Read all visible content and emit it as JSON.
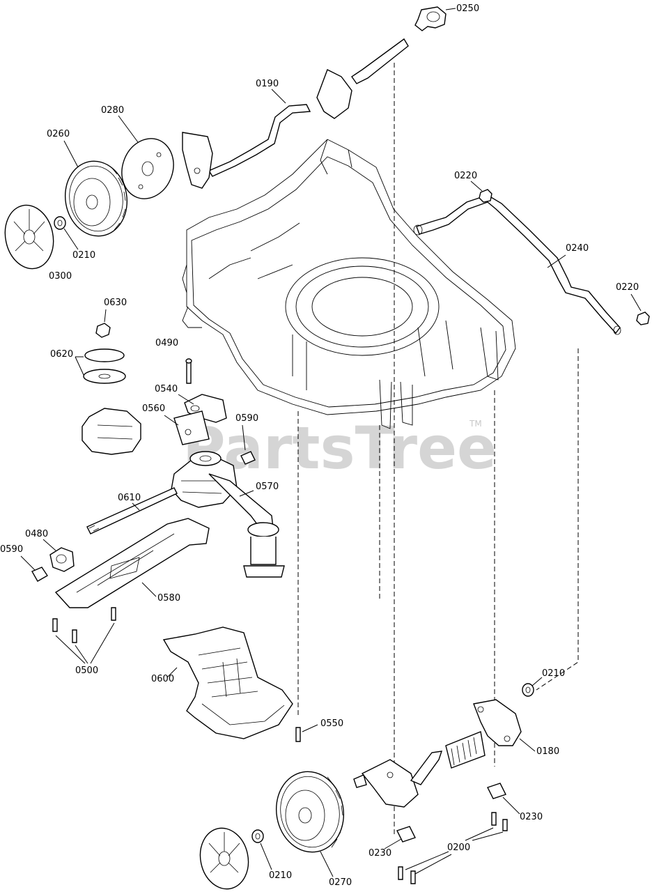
{
  "watermark": {
    "text": "PartsTree",
    "tm": "TM"
  },
  "callouts": {
    "c0250": "0250",
    "c0190": "0190",
    "c0280": "0280",
    "c0260": "0260",
    "c0210a": "0210",
    "c0300": "0300",
    "c0220a": "0220",
    "c0240": "0240",
    "c0220b": "0220",
    "c0630": "0630",
    "c0620": "0620",
    "c0490": "0490",
    "c0540": "0540",
    "c0560": "0560",
    "c0590a": "0590",
    "c0570": "0570",
    "c0610": "0610",
    "c0480": "0480",
    "c0590b": "0590",
    "c0580": "0580",
    "c0500": "0500",
    "c0600": "0600",
    "c0550": "0550",
    "c0210b": "0210",
    "c0180": "0180",
    "c0230a": "0230",
    "c0230b": "0230",
    "c0200": "0200",
    "c0210c": "0210",
    "c0270": "0270"
  }
}
